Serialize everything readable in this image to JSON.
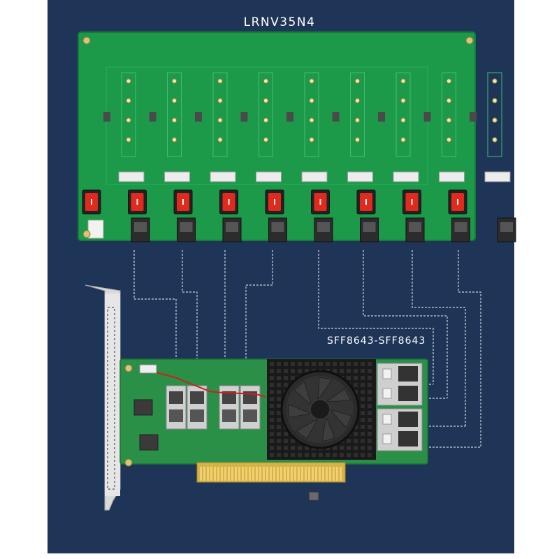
{
  "backplane": {
    "title": "LRNV35N4",
    "bay_count": 9,
    "pcb_color": "#1c9a4a",
    "switch_color": "#e02a1e"
  },
  "adapter_card": {
    "cable_label": "SFF8643-SFF8643",
    "pcb_color": "#2a9048",
    "heatsink_color": "#1a1a1a",
    "port_count": 4
  },
  "colors": {
    "background": "#1f3558",
    "cable_line": "#c9d2de"
  }
}
